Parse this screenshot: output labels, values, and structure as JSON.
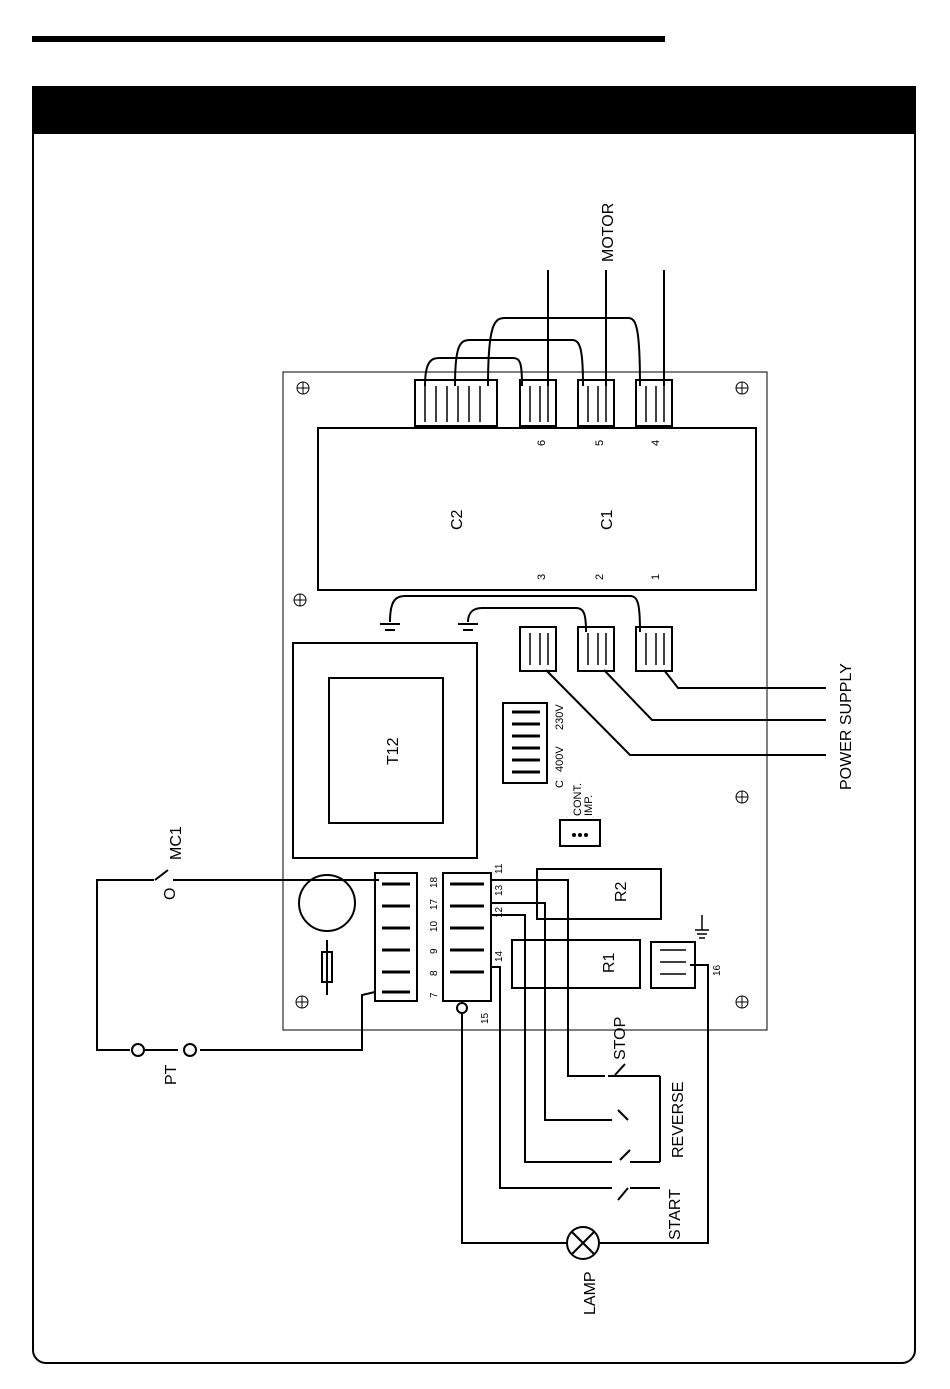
{
  "labels": {
    "motor": "MOTOR",
    "power_supply": "POWER SUPPLY",
    "mc1": "MC1",
    "pt": "PT",
    "lamp": "LAMP",
    "start": "START",
    "reverse": "REVERSE",
    "stop": "STOP",
    "t12": "T12",
    "c1": "C1",
    "c2": "C2",
    "r1": "R1",
    "r2": "R2",
    "cont": "CONT.",
    "imp": "IMP.",
    "tap_c": "C",
    "tap_400": "400V",
    "tap_230": "230V",
    "contact_o": "O",
    "contact_c": "C"
  },
  "capacitor_terminals": {
    "t1": "1",
    "t2": "2",
    "t3": "3",
    "t4": "4",
    "t5": "5",
    "t6": "6"
  },
  "terminal_block": {
    "t7": "7",
    "t8": "8",
    "t9": "9",
    "t10": "10",
    "t11": "11",
    "t12": "12",
    "t13": "13",
    "t14": "14",
    "t15": "15",
    "t16": "16",
    "t17": "17",
    "t18": "18"
  }
}
